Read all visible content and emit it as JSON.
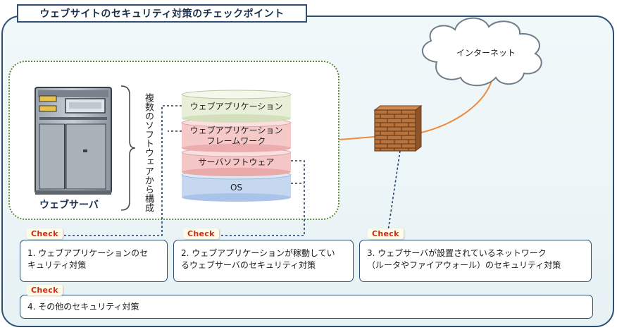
{
  "title": "ウェブサイトのセキュリティ対策のチェックポイント",
  "server": {
    "label": "ウェブサーバ",
    "composition_note": "複数のソフトウェアから構成"
  },
  "layers": [
    {
      "label": "ウェブアプリケーション",
      "color": "#e8efd9"
    },
    {
      "label_line1": "ウェブアプリケーション",
      "label_line2": "フレームワーク",
      "color": "#f6c9c9"
    },
    {
      "label": "サーバソフトウェア",
      "color": "#f6c9c9"
    },
    {
      "label": "OS",
      "color": "#c6d8f0"
    }
  ],
  "cloud": {
    "label": "インターネット"
  },
  "checks": [
    {
      "badge": "Check",
      "line1": "1. ウェブアプリケーションのセ",
      "line2": "キュリティ対策"
    },
    {
      "badge": "Check",
      "line1": "2. ウェブアプリケーションが稼動してい",
      "line2": "るウェブサーバのセキュリティ対策"
    },
    {
      "badge": "Check",
      "line1": "3. ウェブサーバが設置されているネットワーク",
      "line2": "（ルータやファイアウォール）のセキュリティ対策"
    },
    {
      "badge": "Check",
      "line1": "4. その他のセキュリティ対策"
    }
  ],
  "colors": {
    "border": "#2e4f73",
    "connector": "#f08a3c",
    "dotted_group": "#5f8a3a",
    "check_text": "#cc2a14"
  }
}
